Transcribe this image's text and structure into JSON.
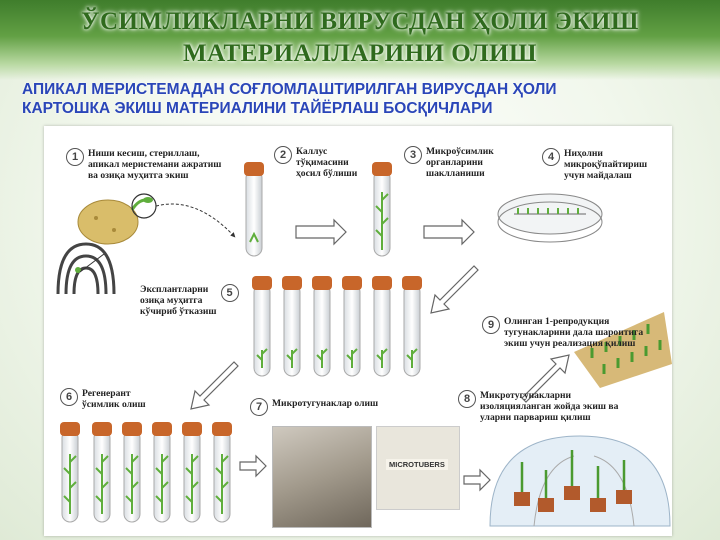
{
  "title": {
    "line1": "ЎСИМЛИКЛАРНИ ВИРУСДАН ҲОЛИ ЭКИШ",
    "line2": "МАТЕРИАЛЛАРИНИ ОЛИШ"
  },
  "subtitle": {
    "line1": "АПИКАЛ МЕРИСТЕМАДАН СОҒЛОМЛАШТИРИЛГАН ВИРУСДАН ҲОЛИ",
    "line2": "КАРТОШКА ЭКИШ МАТЕРИАЛИНИ ТАЙЁРЛАШ БОСҚИЧЛАРИ"
  },
  "steps": [
    {
      "num": "1",
      "text": "Ниши кесиш, стериллаш,\nапикал меристемани ажратиш\nва озиқа муҳитга экиш"
    },
    {
      "num": "2",
      "text": "Каллус\nтўқимасини\nҳосил бўлиши"
    },
    {
      "num": "3",
      "text": "Микроўсимлик\nорганларини\nшаклланиши"
    },
    {
      "num": "4",
      "text": "Ниҳолни\nмикроқўпайтириш\nучун майдалаш"
    },
    {
      "num": "5",
      "text": "Эксплантларни\nозиқа муҳитга\nкўчириб ўтказиш"
    },
    {
      "num": "6",
      "text": "Регенерант\nўсимлик олиш"
    },
    {
      "num": "7",
      "text": "Микротугунаклар олиш"
    },
    {
      "num": "8",
      "text": "Микротугунакларни\nизоляцияланган жойда экиш ва\nуларни парвариш қилиш"
    },
    {
      "num": "9",
      "text": "Олинган 1-репродукция\nтугунакларини дала шароитига\nэкиш учун реализация қилиш"
    }
  ],
  "microtubers_label": "MICROTUBERS",
  "colors": {
    "title": "#2f6a1d",
    "subtitle": "#2a46b8",
    "arrow": "#666666",
    "plant": "#5fae3c",
    "cap": "#c8662a"
  }
}
